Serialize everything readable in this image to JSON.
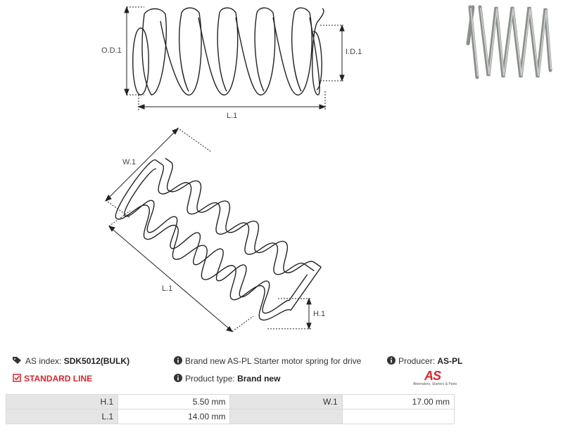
{
  "drawing": {
    "od_label": "O.D.1",
    "id_label": "I.D.1",
    "l_label_top": "L.1",
    "w_label": "W.1",
    "l_label_bottom": "L.1",
    "h_label": "H.1"
  },
  "info": {
    "index_label": "AS index:",
    "index_value": "SDK5012(BULK)",
    "line_label": "STANDARD LINE",
    "description": "Brand new AS-PL Starter motor spring for drive",
    "product_type_label": "Product type:",
    "product_type_value": "Brand new",
    "producer_label": "Producer:",
    "producer_value": "AS-PL"
  },
  "logo": {
    "mark": "AS",
    "tagline": "Alternators, Starters & Parts"
  },
  "params": [
    [
      "H.1",
      "5.50 mm",
      "W.1",
      "17.00 mm"
    ],
    [
      "L.1",
      "14.00 mm",
      "",
      ""
    ]
  ],
  "colors": {
    "accent": "#d8262c",
    "label_bg": "#e5e5e5"
  }
}
